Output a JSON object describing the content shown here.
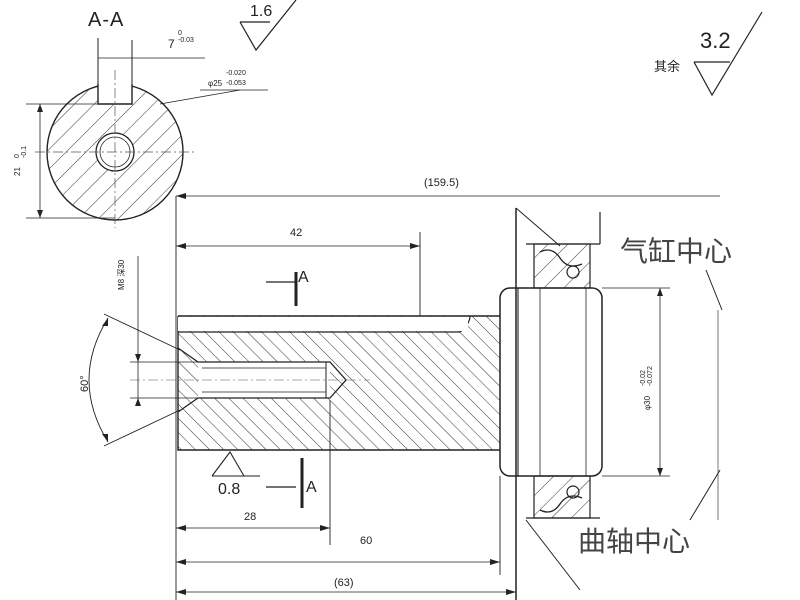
{
  "section_label": "A-A",
  "dimensions": {
    "key_width": "7",
    "key_width_tol": "0\n-0.03",
    "shaft_dia": "φ25",
    "shaft_dia_tol_upper": "-0.020",
    "shaft_dia_tol_lower": "-0.053",
    "key_depth": "21",
    "key_depth_tol": "0\n-0.1",
    "overall_length": "(159.5)",
    "hole_depth": "42",
    "thread": "M8 深30",
    "chamfer_angle": "60°",
    "key_length": "28",
    "shaft_length": "60",
    "base_length": "(63)",
    "seal_dia": "φ30",
    "seal_dia_tol": "-0.02\n-0.072"
  },
  "roughness": {
    "top": "1.6",
    "general": "3.2",
    "general_prefix": "其余",
    "bottom": "0.8"
  },
  "section_markers": {
    "top": "A",
    "bottom": "A"
  },
  "annotations": {
    "cylinder_center": "气缸中心",
    "crankshaft_center": "曲轴中心"
  }
}
